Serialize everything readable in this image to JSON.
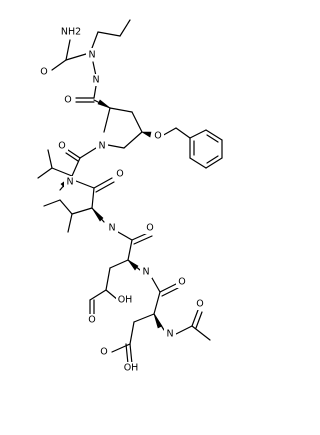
{
  "structure": {
    "atom_labels": {
      "amidine_nh2": "NH2",
      "amidine_o": "O",
      "amidine_n": "N",
      "hydrazide_n": "N",
      "pro_carbonyl_o": "O",
      "pro_n": "N",
      "pro_ether_o": "O",
      "val_carbonyl_o": "O",
      "val_nh": "N",
      "ile_carbonyl_o": "O",
      "ile_nh": "N",
      "glu_carbonyl_o": "O",
      "glu_nh": "N",
      "glu_acid_o": "O",
      "glu_acid_oh": "OH",
      "asp_carbonyl_o": "O",
      "asp_nh": "N",
      "acetyl_o": "O",
      "asp_acid_o": "O",
      "asp_acid_oh": "OH"
    }
  },
  "colors": {
    "bond": "#000000",
    "label": "#000000",
    "background": "#ffffff"
  }
}
